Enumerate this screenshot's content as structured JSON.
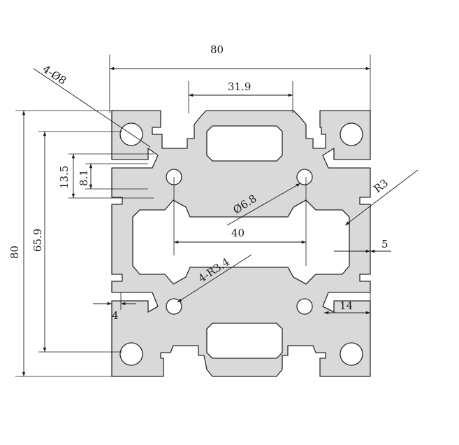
{
  "labels": {
    "width_overall": "80",
    "height_overall": "80",
    "top_slot": "31.9",
    "side_slot": "65.9",
    "slot_opening": "13.5",
    "slot_inner": "8.1",
    "corner_holes": "4-Ø8",
    "center_hole": "Ø6.8",
    "radius_r3": "R3",
    "center_spacing": "40",
    "wall_5": "5",
    "radius_r34": "4-R3.4",
    "wall_4": "4",
    "slot_14": "14"
  }
}
